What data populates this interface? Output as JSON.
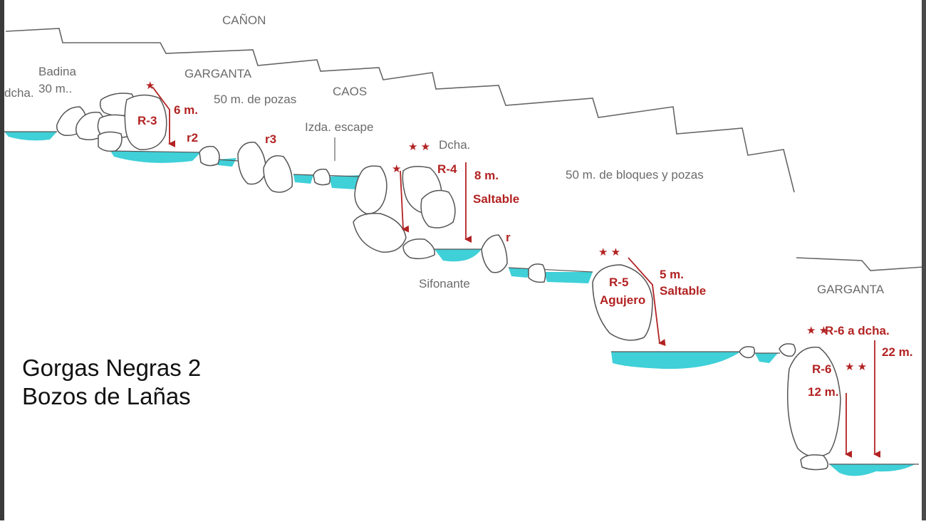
{
  "title": {
    "line1": "Gorgas Negras 2",
    "line2": "Bozos de Lañas"
  },
  "section_labels": {
    "canon": "CAÑON",
    "garganta_1": "GARGANTA",
    "caos": "CAOS",
    "garganta_2": "GARGANTA"
  },
  "notes": {
    "dcha_left": "dcha.",
    "badina": "Badina",
    "badina_length": "30 m..",
    "pozas_50": "50 m. de pozas",
    "izda_escape": "Izda. escape",
    "dcha": "Dcha.",
    "bloques_50": "50 m. de bloques y pozas",
    "sifonante": "Sifonante"
  },
  "rappels": {
    "r3_name": "R-3",
    "r3_height": "6 m.",
    "r2": "r2",
    "r3_small": "r3",
    "r4_name": "R-4",
    "r4_height": "8 m.",
    "r4_note": "Saltable",
    "r_small": "r",
    "r5_name": "R-5",
    "r5_note": "Agujero",
    "r5_height": "5 m.",
    "r5_jump": "Saltable",
    "r6_name": "R-6",
    "r6_height": "12 m.",
    "r6_alt": "R-6 a dcha.",
    "r6_alt_height": "22 m."
  },
  "ratings": {
    "r3": "★",
    "r4_two": "★ ★",
    "r4_one": "★",
    "r5": "★ ★",
    "r6": "★ ★",
    "r6_alt": "★ ★"
  },
  "colors": {
    "water": "#3fd0d8",
    "arrow": "#b22222",
    "outline": "#555555",
    "text_grey": "#6b6b6b"
  }
}
